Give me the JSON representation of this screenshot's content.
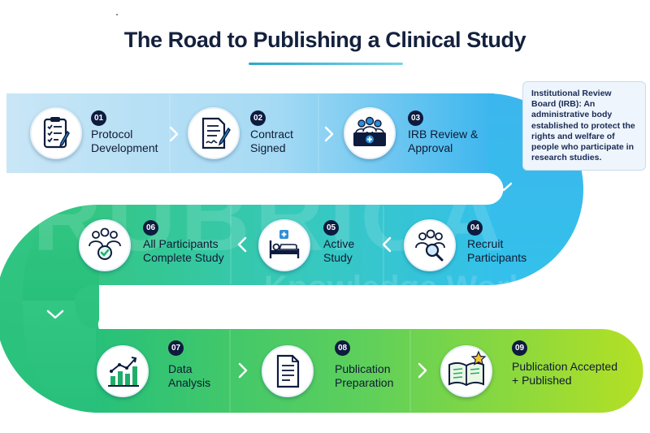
{
  "title": "The Road to Publishing a Clinical Study",
  "note": "Institutional Review Board (IRB): An administrative body established to protect the rights and welfare of people who participate in research studies.",
  "watermark": {
    "line1": "RUBRICA",
    "line2": "Knowledge Works"
  },
  "steps": [
    {
      "num": "01",
      "line1": "Protocol",
      "line2": "Development",
      "icon": "clipboard-checklist-icon"
    },
    {
      "num": "02",
      "line1": "Contract",
      "line2": "Signed",
      "icon": "signed-document-icon"
    },
    {
      "num": "03",
      "line1": "IRB Review &",
      "line2": "Approval",
      "icon": "review-board-icon"
    },
    {
      "num": "04",
      "line1": "Recruit",
      "line2": "Participants",
      "icon": "recruit-people-search-icon"
    },
    {
      "num": "05",
      "line1": "Active",
      "line2": "Study",
      "icon": "hospital-bed-icon"
    },
    {
      "num": "06",
      "line1": "All Participants",
      "line2": "Complete Study",
      "icon": "group-check-icon"
    },
    {
      "num": "07",
      "line1": "Data",
      "line2": "Analysis",
      "icon": "bar-chart-growth-icon"
    },
    {
      "num": "08",
      "line1": "Publication",
      "line2": "Preparation",
      "icon": "document-lines-icon"
    },
    {
      "num": "09",
      "line1": "Publication Accepted",
      "line2": "+ Published",
      "icon": "open-book-star-icon"
    }
  ],
  "colors": {
    "navy": "#0d1b3e",
    "band_blue": "#9fd7f2",
    "band_teal": "#3cc7c2",
    "band_green": "#3ccf7e",
    "band_lime": "#a5dd2c"
  }
}
